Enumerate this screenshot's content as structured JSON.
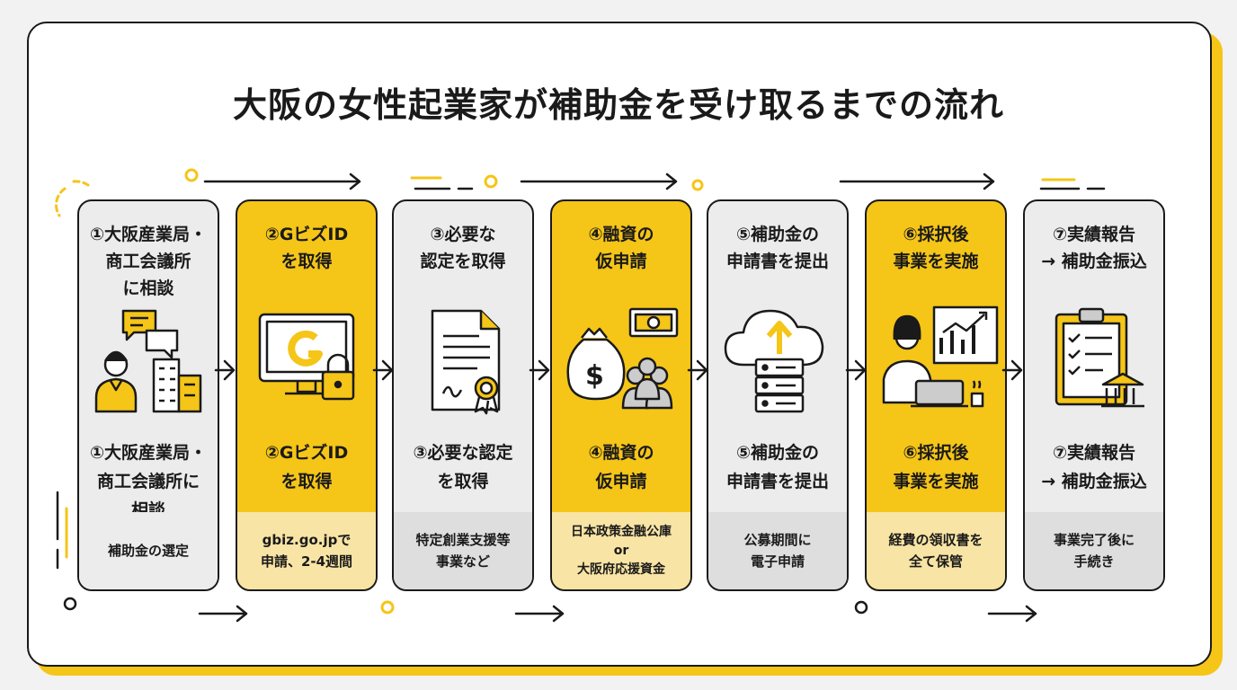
{
  "title": "大阪の女性起業家が補助金を受け取るまでの流れ",
  "colors": {
    "accent": "#f5c518",
    "ink": "#1a1a1a",
    "gray": "#ececec",
    "light_yellow": "#f8e4a4"
  },
  "steps": [
    {
      "head": [
        "①大阪産業局・",
        "商工会議所",
        "に相談"
      ],
      "head2": [
        "①大阪産業局・",
        "商工会議所に",
        "相談"
      ],
      "note": "補助金の選定",
      "icon": "consultation-icon",
      "style": "gray"
    },
    {
      "head": [
        "②GビズID",
        "を取得"
      ],
      "head2": [
        "②GビズID",
        "を取得"
      ],
      "note": "gbiz.go.jpで\n申請、2-4週間",
      "icon": "gbizid-computer-icon",
      "style": "yellow"
    },
    {
      "head": [
        "③必要な",
        "認定を取得"
      ],
      "head2": [
        "③必要な認定",
        "を取得"
      ],
      "note": "特定創業支援等\n事業など",
      "icon": "certificate-icon",
      "style": "gray"
    },
    {
      "head": [
        "④融資の",
        "仮申請"
      ],
      "head2": [
        "④融資の",
        "仮申請"
      ],
      "note": "日本政策金融公庫\nor\n大阪府応援資金",
      "icon": "financing-icon",
      "style": "yellow"
    },
    {
      "head": [
        "⑤補助金の",
        "申請書を提出"
      ],
      "head2": [
        "⑤補助金の",
        "申請書を提出"
      ],
      "note": "公募期間に\n電子申請",
      "icon": "cloud-upload-icon",
      "style": "gray"
    },
    {
      "head": [
        "⑥採択後",
        "事業を実施"
      ],
      "head2": [
        "⑥採択後",
        "事業を実施"
      ],
      "note": "経費の領収書を\n全て保管",
      "icon": "business-growth-icon",
      "style": "yellow"
    },
    {
      "head": [
        "⑦実績報告",
        "→ 補助金振込"
      ],
      "head2": [
        "⑦実績報告",
        "→ 補助金振込"
      ],
      "note": "事業完了後に\n手続き",
      "icon": "report-bank-icon",
      "style": "gray"
    }
  ]
}
